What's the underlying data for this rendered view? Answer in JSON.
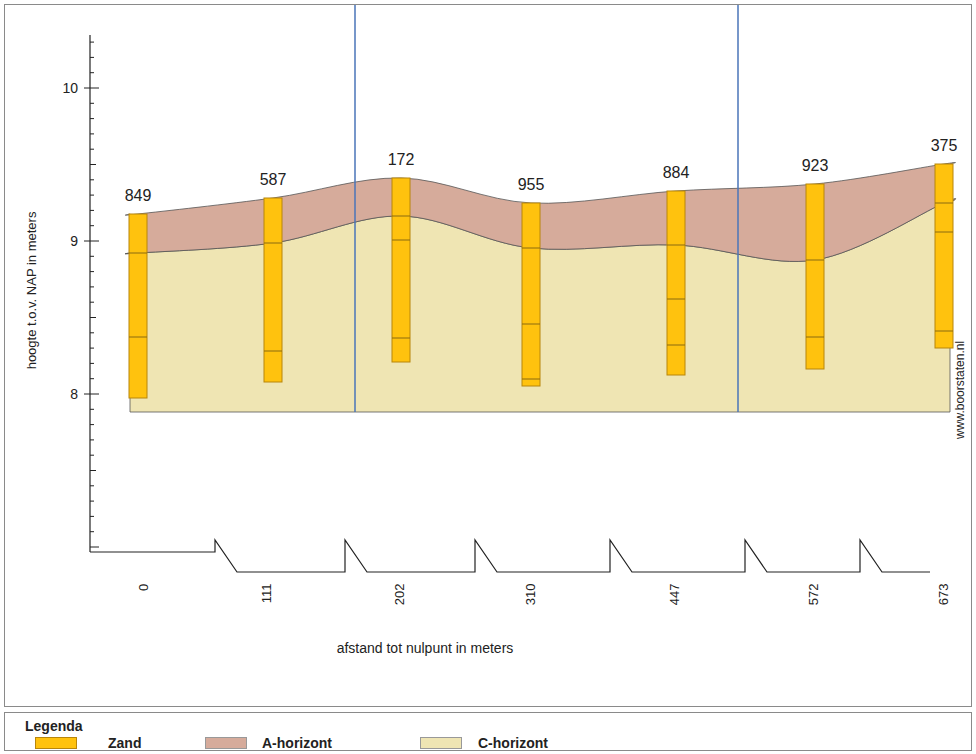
{
  "diagram": {
    "labels": [
      "10",
      "9",
      "8",
      "hoogte t.o.v. NAP in meters",
      "849",
      "587",
      "172",
      "955",
      "884",
      "923",
      "375",
      "0",
      "111",
      "202",
      "310",
      "447",
      "572",
      "673",
      "afstand tot nulpunt in meters",
      "www.boorstaten.nl",
      "Legenda"
    ],
    "legend": [
      {
        "text": "Zand",
        "color": "#ffc20e"
      },
      {
        "text": "A-horizont",
        "color": "#d6ab9b"
      },
      {
        "text": "C-horizont",
        "color": "#efe5b3"
      }
    ]
  }
}
